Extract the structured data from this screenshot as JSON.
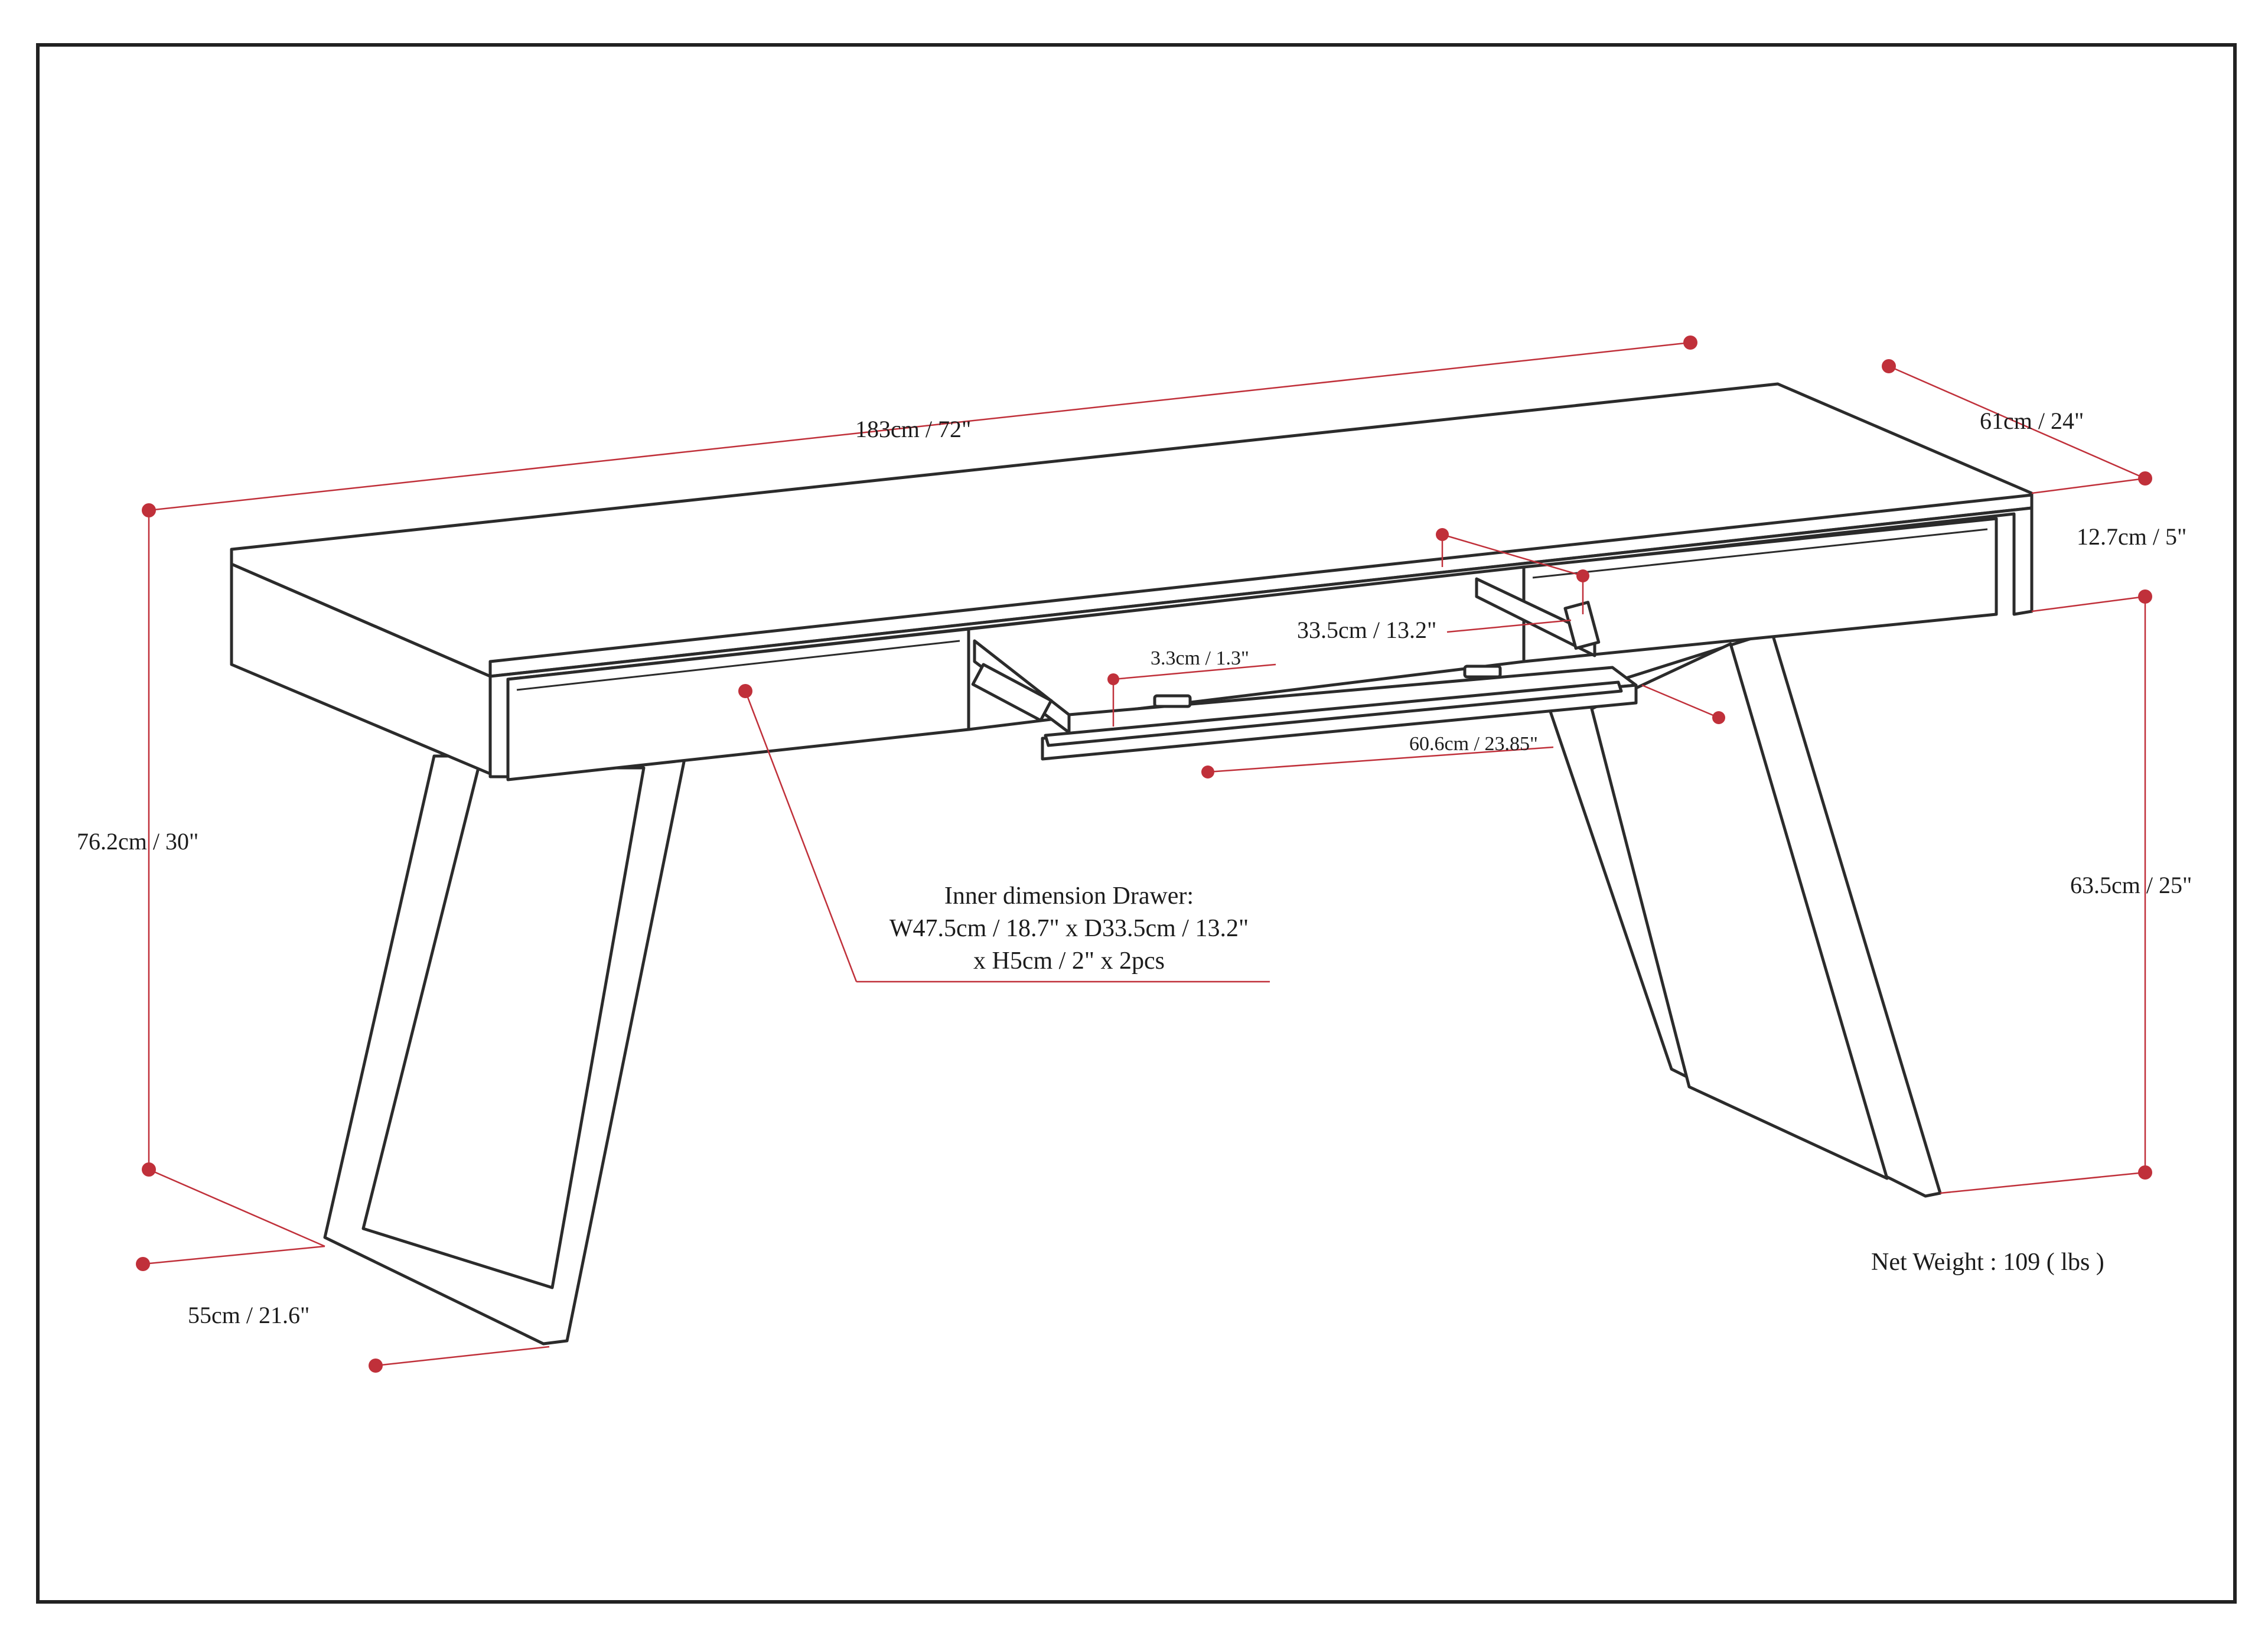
{
  "dimensions": {
    "width": "183cm / 72\"",
    "depth": "61cm / 24\"",
    "top_thickness": "12.7cm / 5\"",
    "total_height": "76.2cm / 30\"",
    "leg_height": "63.5cm / 25\"",
    "leg_depth": "55cm / 21.6\"",
    "drawer_depth": "33.5cm / 13.2\"",
    "drawer_height": "3.3cm / 1.3\"",
    "drawer_width": "60.6cm / 23.85\""
  },
  "drawer_note": {
    "line1": "Inner dimension Drawer:",
    "line2": "W47.5cm / 18.7\" x D33.5cm / 13.2\"",
    "line3": "x H5cm / 2\" x 2pcs"
  },
  "net_weight": "Net Weight : 109 ( lbs )",
  "colors": {
    "dimension": "#c0303a",
    "outline": "#2b2b2b",
    "frame": "#222222"
  }
}
